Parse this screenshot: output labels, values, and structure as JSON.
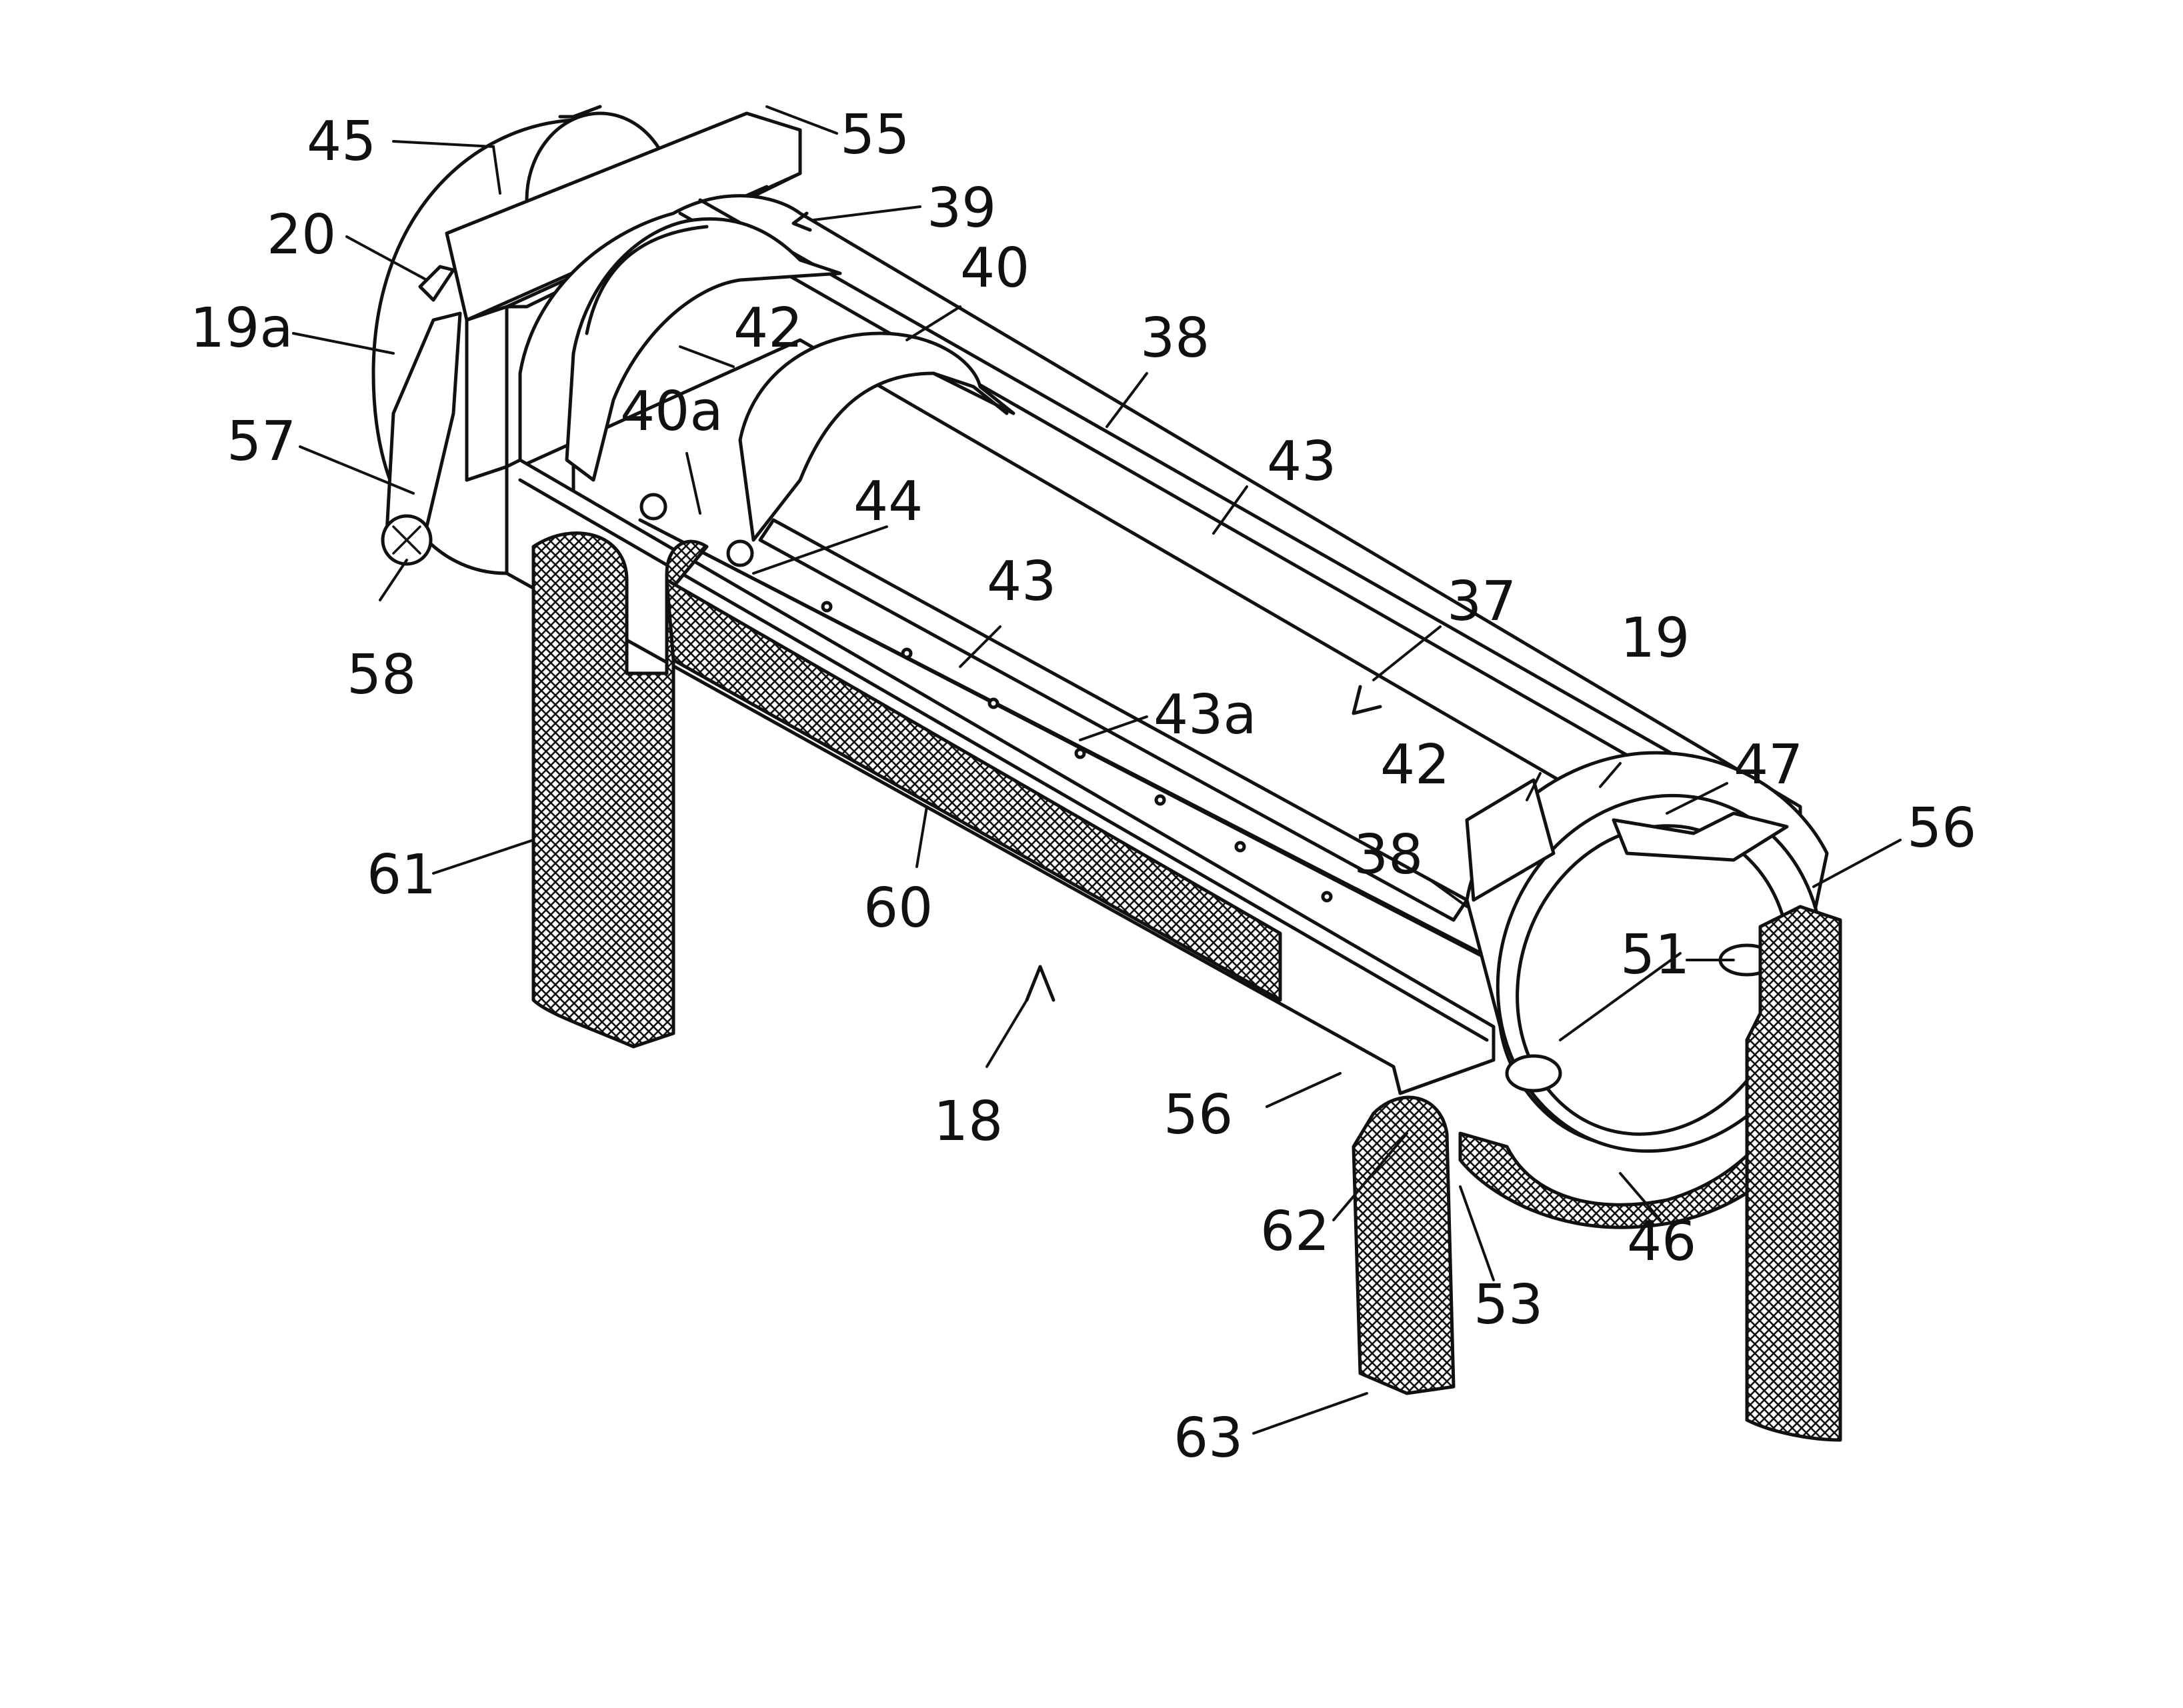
{
  "figure": {
    "labels": [
      {
        "id": "l45",
        "text": "45"
      },
      {
        "id": "l55",
        "text": "55"
      },
      {
        "id": "l39",
        "text": "39"
      },
      {
        "id": "l20",
        "text": "20"
      },
      {
        "id": "l40",
        "text": "40"
      },
      {
        "id": "l19a",
        "text": "19a"
      },
      {
        "id": "l42a",
        "text": "42"
      },
      {
        "id": "l38a",
        "text": "38"
      },
      {
        "id": "l57",
        "text": "57"
      },
      {
        "id": "l40a",
        "text": "40a"
      },
      {
        "id": "l43a",
        "text": "43"
      },
      {
        "id": "l44",
        "text": "44"
      },
      {
        "id": "l43b",
        "text": "43"
      },
      {
        "id": "l37",
        "text": "37"
      },
      {
        "id": "l19",
        "text": "19"
      },
      {
        "id": "l58",
        "text": "58"
      },
      {
        "id": "l43s",
        "text": "43a"
      },
      {
        "id": "l42b",
        "text": "42"
      },
      {
        "id": "l47",
        "text": "47"
      },
      {
        "id": "l56a",
        "text": "56"
      },
      {
        "id": "l61",
        "text": "61"
      },
      {
        "id": "l38b",
        "text": "38"
      },
      {
        "id": "l60",
        "text": "60"
      },
      {
        "id": "l51",
        "text": "51"
      },
      {
        "id": "l18",
        "text": "18"
      },
      {
        "id": "l56b",
        "text": "56"
      },
      {
        "id": "l62",
        "text": "62"
      },
      {
        "id": "l46",
        "text": "46"
      },
      {
        "id": "l53",
        "text": "53"
      },
      {
        "id": "l63",
        "text": "63"
      }
    ]
  }
}
